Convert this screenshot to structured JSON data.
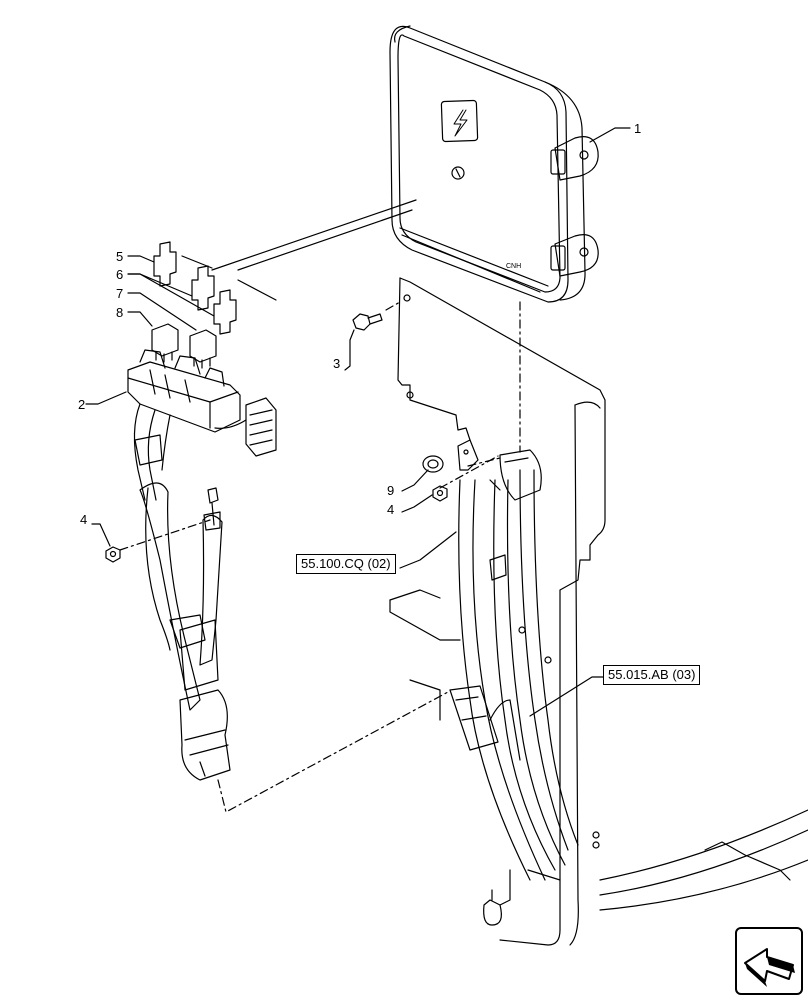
{
  "callouts": {
    "c1": "1",
    "c2": "2",
    "c3": "3",
    "c4a": "4",
    "c4b": "4",
    "c5": "5",
    "c6": "6",
    "c7": "7",
    "c8": "8",
    "c9": "9"
  },
  "references": {
    "ref_a": "55.100.CQ (02)",
    "ref_b": "55.015.AB (03)"
  },
  "navigation": {
    "icon": "arrow-icon"
  }
}
